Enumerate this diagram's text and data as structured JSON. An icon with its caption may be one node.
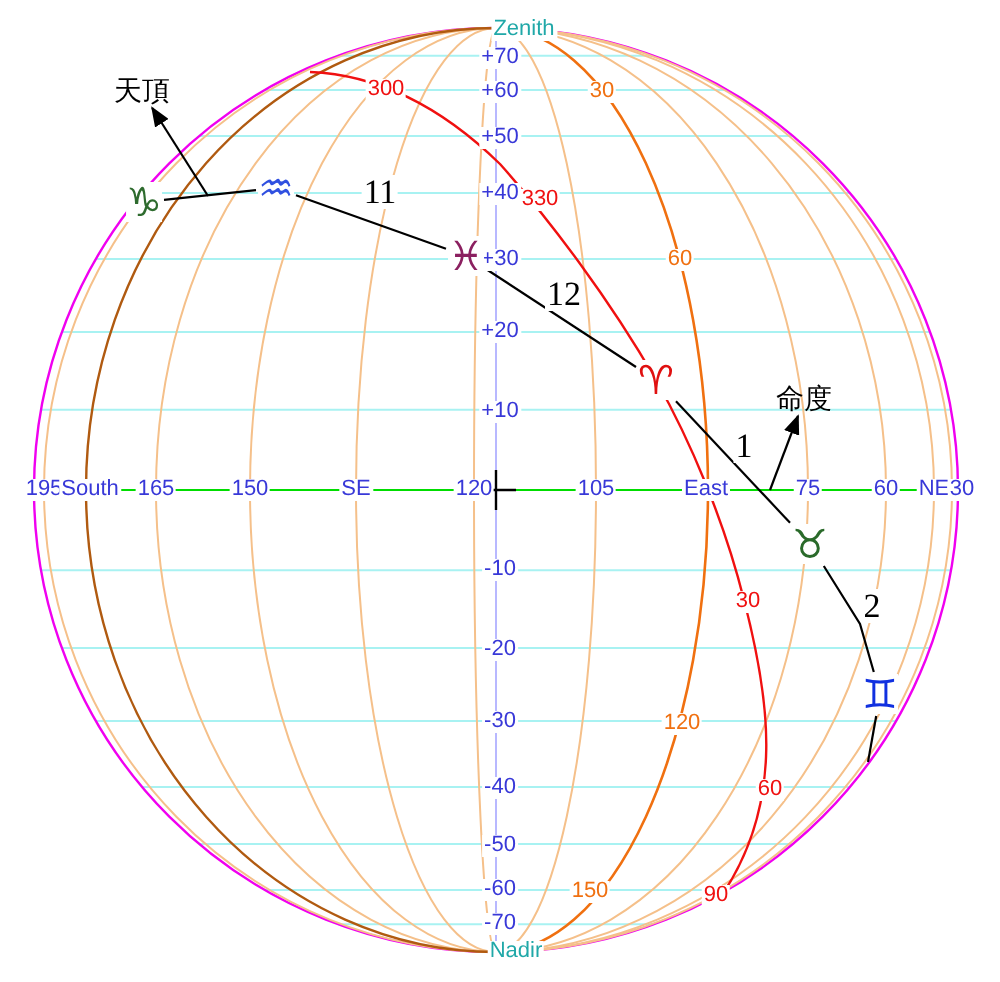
{
  "diagram": {
    "nodes": [
      {
        "text": [
          "天頂"
        ]
      },
      {
        "text": [
          "♑"
        ]
      },
      {
        "text": [
          "♒"
        ]
      },
      {
        "text": [
          "♓"
        ]
      },
      {
        "text": [
          "♈"
        ]
      },
      {
        "text": [
          "命度"
        ]
      },
      {
        "text": [
          "♉"
        ]
      },
      {
        "text": [
          "♊"
        ]
      }
    ],
    "edges": [
      {
        "from": 1,
        "to": 2,
        "arrow": "none"
      },
      {
        "from": 2,
        "to": 3,
        "arrow": "none",
        "label": "11"
      },
      {
        "from": 3,
        "to": 4,
        "arrow": "none",
        "label": "12"
      },
      {
        "from": 4,
        "to": 6,
        "arrow": "none",
        "label": "1"
      },
      {
        "from": 6,
        "to": 7,
        "arrow": "none",
        "label": "2"
      },
      {
        "from": 7,
        "to": null,
        "arrow": "none"
      },
      {
        "from": null,
        "to": 0,
        "arrow": "to"
      },
      {
        "from": null,
        "to": 5,
        "arrow": "to"
      }
    ],
    "labels": [
      "Zenith",
      "+70",
      "300",
      "+60",
      "30",
      "+50",
      "+40",
      "330",
      "+30",
      "60",
      "+20",
      "+10",
      "195",
      "South",
      "165",
      "150",
      "SE",
      "120",
      "105",
      "East",
      "75",
      "60",
      "NE",
      "30",
      "-10",
      "30",
      "-20",
      "-30",
      "120",
      "-40",
      "60",
      "-50",
      "-60",
      "150",
      "90",
      "-70",
      "Nadir"
    ]
  }
}
